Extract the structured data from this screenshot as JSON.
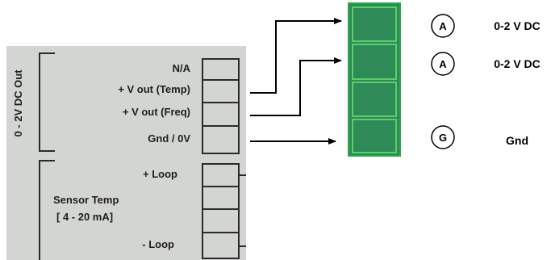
{
  "panel": {
    "vertical_label": "0 - 2V DC Out",
    "output_labels": [
      "N/A",
      "+ V out (Temp)",
      "+ V out (Freq)",
      "Gnd / 0V"
    ],
    "loop_top": "+ Loop",
    "sensor_label_line1": "Sensor Temp",
    "sensor_label_line2": "[ 4 - 20 mA]",
    "loop_bottom": "- Loop"
  },
  "connector": {
    "color": "#2e8b57",
    "connections": [
      {
        "badge": "A",
        "label": "0-2 V DC"
      },
      {
        "badge": "A",
        "label": "0-2 V DC"
      },
      {
        "badge": "G",
        "label": "Gnd"
      }
    ]
  }
}
